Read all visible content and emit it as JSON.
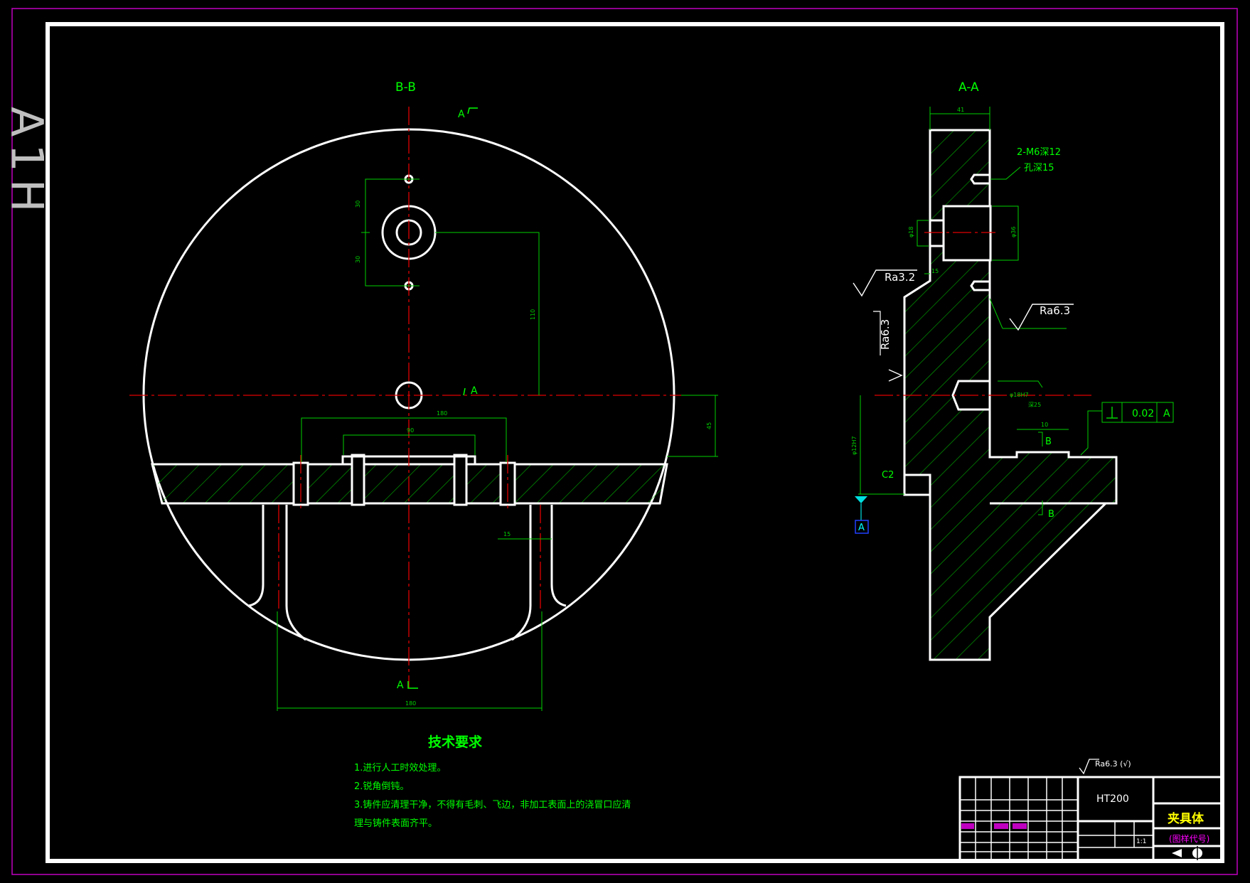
{
  "sheet": {
    "size_label": "A1H"
  },
  "views": {
    "left": {
      "title": "B-B",
      "cut_label_top": "A",
      "cut_label_mid": "A",
      "cut_label_bottom": "A"
    },
    "right": {
      "title": "A-A",
      "thread_note_1": "2-M6深12",
      "thread_note_2": "孔深15",
      "roughness_1": "Ra3.2",
      "roughness_2": "Ra6.3",
      "roughness_3": "Ra6.3",
      "section_b_top": "B",
      "section_b_bottom": "B",
      "tolerance_value": "0.02",
      "tolerance_datum": "A",
      "datum_label": "A",
      "chamfer": "C2"
    }
  },
  "tech_requirements": {
    "title": "技术要求",
    "items": [
      "1.进行人工时效处理。",
      "2.锐角倒钝。",
      "3.铸件应清理干净，不得有毛刺、飞边，非加工表面上的浇冒口应清",
      "理与铸件表面齐平。"
    ]
  },
  "surface_finish_note": "Ra6.3 (√)",
  "title_block": {
    "material": "HT200",
    "part_name": "夹具体",
    "drawing_no": "(图样代号)",
    "scale": "1:1"
  },
  "colors": {
    "background": "#000000",
    "outline": "#ffffff",
    "dimension": "#00ff00",
    "centerline": "#ff0000",
    "hatch": "#00c000",
    "border_outer": "#c000c0",
    "datum": "#00ffff"
  }
}
